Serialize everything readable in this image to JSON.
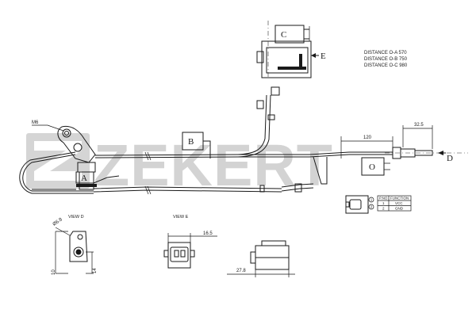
{
  "watermark": {
    "brand": "ZEKERT"
  },
  "distances": {
    "line1": "DISTANCE O-A 570",
    "line2": "DISTANCE O-B 750",
    "line3": "DISTANCE O-C 980"
  },
  "labels": {
    "a": "A",
    "b": "B",
    "c": "C",
    "d": "D",
    "e": "E",
    "o": "O",
    "thread": "M6",
    "dim_120": "120",
    "dim_32_5": "32.5",
    "view_d": "VIEW D",
    "view_e": "VIEW E",
    "dia_6_8": "Ø6.8",
    "dim_10": "10",
    "dim_14": "14",
    "dim_16_5": "16.5",
    "dim_27_8": "27.8"
  },
  "pin_table": {
    "headers": [
      "P.NO",
      "FUNCTION"
    ],
    "rows": [
      [
        "1",
        "VCC"
      ],
      [
        "2",
        "GND"
      ]
    ]
  },
  "pin_markers": [
    "1",
    "2"
  ]
}
